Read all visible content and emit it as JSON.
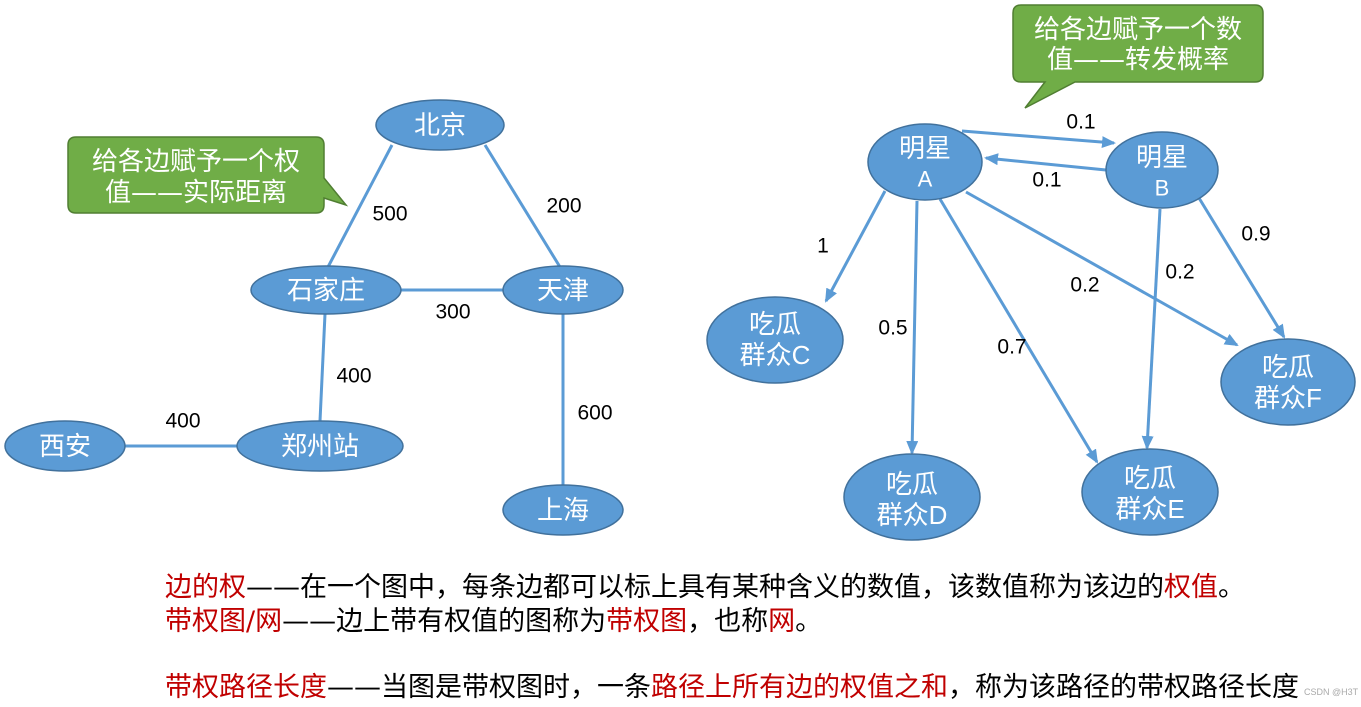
{
  "colors": {
    "node_fill": "#5B9BD5",
    "node_stroke": "#41719C",
    "edge": "#5B9BD5",
    "callout_fill": "#70AD47",
    "callout_stroke": "#507E32",
    "highlight": "#C00000",
    "text": "#000000",
    "label_text": "#FFFFFF"
  },
  "distance_graph": {
    "callout": {
      "line1": "给各边赋予一个权",
      "line2": "值——实际距离"
    },
    "nodes": {
      "beijing": "北京",
      "shijiazhuang": "石家庄",
      "tianjin": "天津",
      "zhengzhou": "郑州站",
      "xian": "西安",
      "shanghai": "上海"
    },
    "edge_weights": {
      "beijing-shijiazhuang": "500",
      "beijing-tianjin": "200",
      "shijiazhuang-tianjin": "300",
      "shijiazhuang-zhengzhou": "400",
      "xian-zhengzhou": "400",
      "tianjin-shanghai": "600"
    }
  },
  "probability_graph": {
    "callout": {
      "line1": "给各边赋予一个数",
      "line2": "值——转发概率"
    },
    "nodes": {
      "A": {
        "line1": "明星",
        "line2": "A"
      },
      "B": {
        "line1": "明星",
        "line2": "B"
      },
      "C": {
        "line1": "吃瓜",
        "line2": "群众C"
      },
      "D": {
        "line1": "吃瓜",
        "line2": "群众D"
      },
      "E": {
        "line1": "吃瓜",
        "line2": "群众E"
      },
      "F": {
        "line1": "吃瓜",
        "line2": "群众F"
      }
    },
    "edge_weights": {
      "A-B": "0.1",
      "B-A": "0.1",
      "A-C": "1",
      "A-D": "0.5",
      "A-E": "0.7",
      "A-F": "0.2",
      "B-E": "0.2",
      "B-F": "0.9"
    }
  },
  "definitions": [
    {
      "segments": [
        {
          "text": "边的权",
          "highlight": true
        },
        {
          "text": "——在一个图中，每条边都可以标上具有某种含义的数值，该数值称为该边的",
          "highlight": false
        },
        {
          "text": "权值",
          "highlight": true
        },
        {
          "text": "。",
          "highlight": false
        }
      ]
    },
    {
      "segments": [
        {
          "text": "带权图/网",
          "highlight": true
        },
        {
          "text": "——边上带有权值的图称为",
          "highlight": false
        },
        {
          "text": "带权图",
          "highlight": true
        },
        {
          "text": "，也称",
          "highlight": false
        },
        {
          "text": "网",
          "highlight": true
        },
        {
          "text": "。",
          "highlight": false
        }
      ]
    },
    {
      "segments": [
        {
          "text": "带权路径长度",
          "highlight": true
        },
        {
          "text": "——当图是带权图时，一条",
          "highlight": false
        },
        {
          "text": "路径上所有边的权值之和",
          "highlight": true
        },
        {
          "text": "，称为该路径的带权路径长度",
          "highlight": false
        }
      ]
    }
  ],
  "watermark": "CSDN @H3T"
}
